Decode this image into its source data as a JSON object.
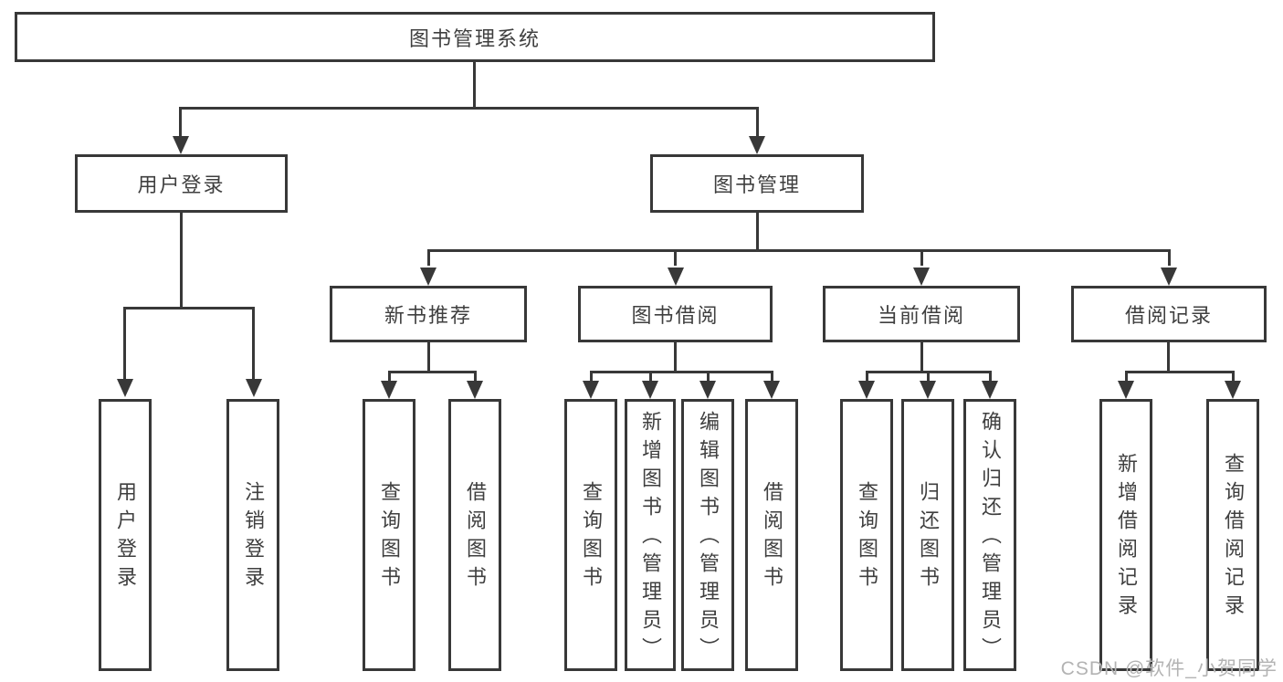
{
  "diagram": {
    "root": "图书管理系统",
    "level2": {
      "user_login": "用户登录",
      "book_management": "图书管理"
    },
    "level3": {
      "new_book_recommend": "新书推荐",
      "book_borrow": "图书借阅",
      "current_borrow": "当前借阅",
      "borrow_record": "借阅记录"
    },
    "leaves": {
      "user_login": "用户登录",
      "logout": "注销登录",
      "rec_query_book": "查询图书",
      "rec_borrow_book": "借阅图书",
      "bor_query_book": "查询图书",
      "bor_add_book": "新增图书（管理员）",
      "bor_edit_book": "编辑图书（管理员）",
      "bor_borrow_book": "借阅图书",
      "cur_query_book": "查询图书",
      "cur_return_book": "归还图书",
      "cur_confirm_return": "确认归还（管理员）",
      "log_add_record": "新增借阅记录",
      "log_query_record": "查询借阅记录"
    },
    "hierarchy": {
      "图书管理系统": [
        "用户登录",
        "图书管理"
      ],
      "用户登录": [
        "用户登录",
        "注销登录"
      ],
      "图书管理": [
        "新书推荐",
        "图书借阅",
        "当前借阅",
        "借阅记录"
      ],
      "新书推荐": [
        "查询图书",
        "借阅图书"
      ],
      "图书借阅": [
        "查询图书",
        "新增图书（管理员）",
        "编辑图书（管理员）",
        "借阅图书"
      ],
      "当前借阅": [
        "查询图书",
        "归还图书",
        "确认归还（管理员）"
      ],
      "借阅记录": [
        "新增借阅记录",
        "查询借阅记录"
      ]
    },
    "colors": {
      "line": "#383838",
      "text": "#3f3f3f",
      "background": "#ffffff",
      "watermark": "#b3b3b3"
    }
  },
  "watermark": "CSDN @软件_小贺同学"
}
